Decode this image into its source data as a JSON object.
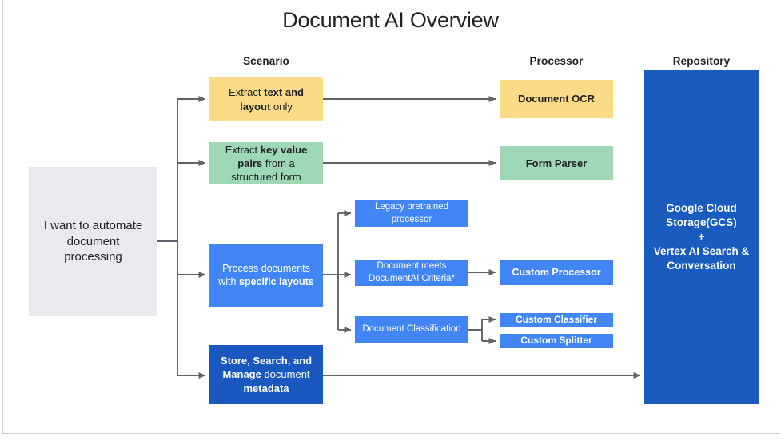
{
  "title": "Document AI Overview",
  "columns": [
    {
      "id": "scenario",
      "label": "Scenario"
    },
    {
      "id": "processor",
      "label": "Processor"
    },
    {
      "id": "repository",
      "label": "Repository"
    }
  ],
  "input": {
    "label": "I want to automate document processing",
    "line1": "I want to automate",
    "line2": "document",
    "line3": "processing",
    "color": "#e8eaed"
  },
  "scenarios": [
    {
      "id": "extract-text-layout",
      "color": "#fbdb88",
      "line1_plain": "Extract ",
      "line1_bold": "text and",
      "line2_bold": "layout",
      "line2_plain": " only"
    },
    {
      "id": "extract-key-value-pairs",
      "color": "#9fd8b4",
      "line1_plain": "Extract ",
      "line1_bold": "key value",
      "line2_bold": "pairs",
      "line2_plain": " from a",
      "line3_plain": "structured form"
    },
    {
      "id": "process-specific-layouts",
      "color": "#4285f4",
      "line1_plain": "Process documents",
      "line2_plain": "with ",
      "line2_bold": "specific layouts"
    },
    {
      "id": "store-search-manage",
      "color": "#1a58bf",
      "line1_bold": "Store, Search, and",
      "line2_bold": "Manage",
      "line2_plain": " document",
      "line3_bold": "metadata"
    }
  ],
  "middle": [
    {
      "id": "legacy-pretrained-processor",
      "line1": "Legacy pretrained",
      "line2": "processor",
      "color": "#4285f4"
    },
    {
      "id": "document-meets-criteria",
      "line1": "Document meets",
      "line2": "DocumentAI Criteria*",
      "color": "#4285f4"
    },
    {
      "id": "document-classification",
      "line1": "Document Classification",
      "color": "#4285f4"
    }
  ],
  "processors": [
    {
      "id": "document-ocr",
      "label": "Document OCR",
      "color": "#fbdb88"
    },
    {
      "id": "form-parser",
      "label": "Form Parser",
      "color": "#9fd8b4"
    },
    {
      "id": "custom-processor",
      "label": "Custom Processor",
      "color": "#4285f4"
    },
    {
      "id": "custom-classifier",
      "label": "Custom Classifier",
      "color": "#4285f4"
    },
    {
      "id": "custom-splitter",
      "label": "Custom Splitter",
      "color": "#4285f4"
    }
  ],
  "repository": {
    "id": "repository-box",
    "line1": "Google Cloud",
    "line2": "Storage(GCS)",
    "line3": "+",
    "line4": "Vertex AI Search &",
    "line5": "Conversation",
    "color": "#1a5cbd"
  },
  "arrow_color": "#5f6368"
}
